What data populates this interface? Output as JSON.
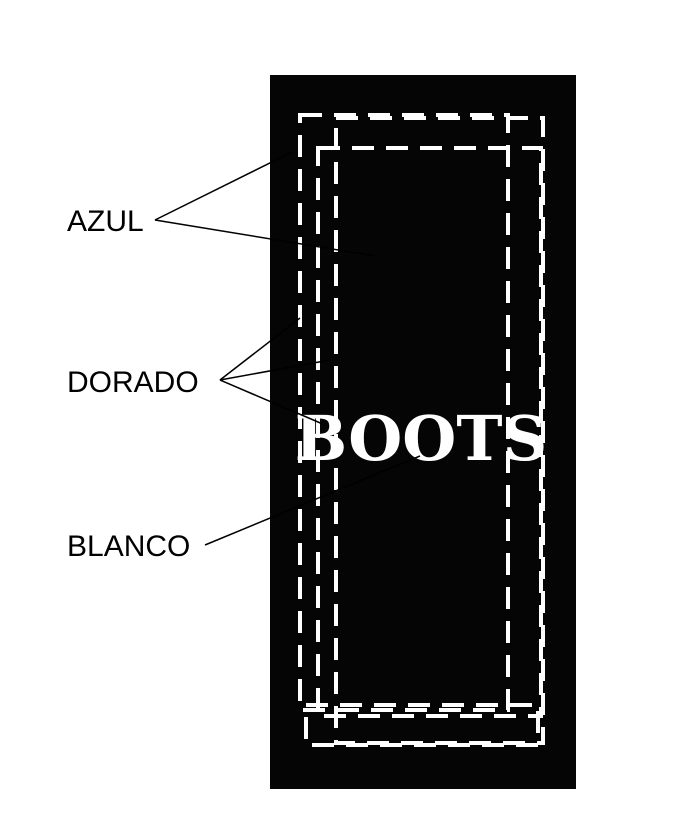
{
  "labels": {
    "azul": "AZUL",
    "dorado": "DORADO",
    "blanco": "BLANCO"
  },
  "brand_text": "BOOTS",
  "colors": {
    "panel": "#050505",
    "stitching": "#ffffff",
    "brand_text": "#ffffff",
    "background": "#ffffff",
    "lines": "#000000"
  }
}
